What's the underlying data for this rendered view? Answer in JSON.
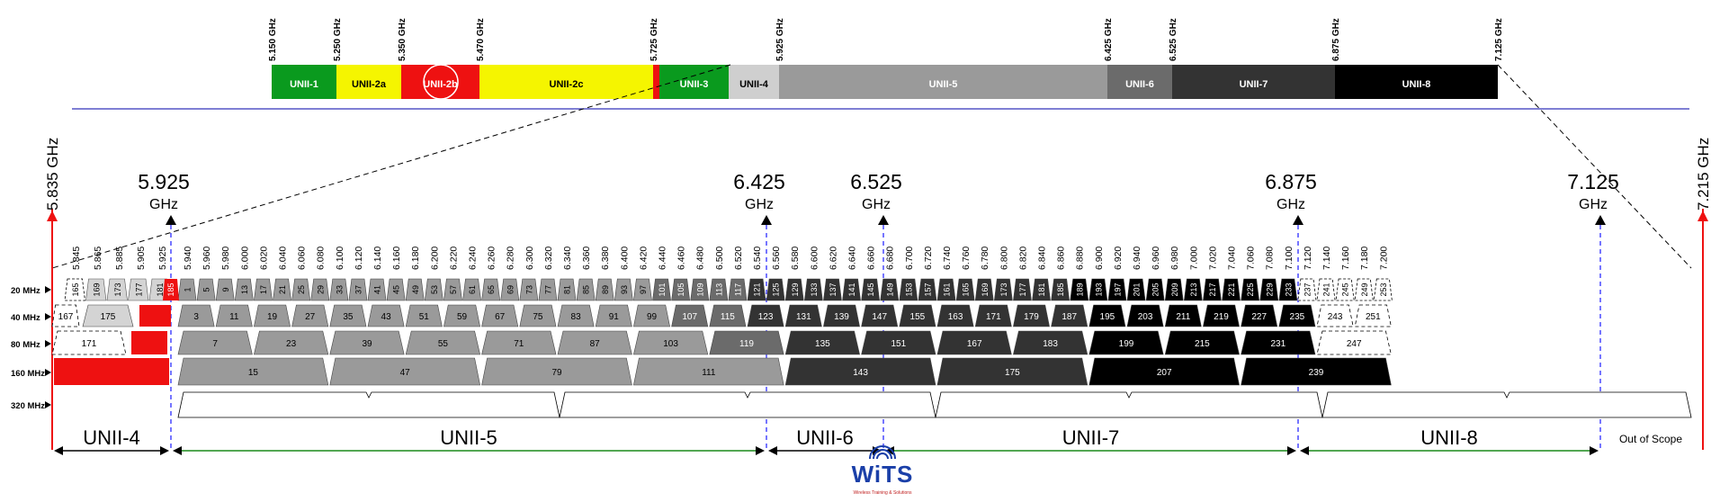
{
  "top_bar": {
    "freq_labels": [
      "5.150 GHz",
      "5.250 GHz",
      "5.350 GHz",
      "5.470 GHz",
      "5.725 GHz",
      "5.925 GHz",
      "6.425 GHz",
      "6.525 GHz",
      "6.875 GHz",
      "7.125 GHz"
    ],
    "bands": [
      {
        "label": "UNII-1",
        "color": "#0a9a1e",
        "text_color": "#ffffff"
      },
      {
        "label": "UNII-2a",
        "color": "#f5f500",
        "text_color": "#000000"
      },
      {
        "label": "UNII-2b",
        "color": "#ee1111",
        "text_color": "#ffffff"
      },
      {
        "label": "UNII-2c",
        "color": "#f5f500",
        "text_color": "#000000"
      },
      {
        "label": "",
        "color": "#ee1111",
        "text_color": "#ffffff"
      },
      {
        "label": "UNII-3",
        "color": "#0a9a1e",
        "text_color": "#ffffff"
      },
      {
        "label": "UNII-4",
        "color": "#cfcfcf",
        "text_color": "#000000"
      },
      {
        "label": "UNII-5",
        "color": "#9a9a9a",
        "text_color": "#ffffff"
      },
      {
        "label": "UNII-6",
        "color": "#6b6b6b",
        "text_color": "#ffffff"
      },
      {
        "label": "UNII-7",
        "color": "#333333",
        "text_color": "#ffffff"
      },
      {
        "label": "UNII-8",
        "color": "#000000",
        "text_color": "#ffffff"
      }
    ]
  },
  "edge_labels": {
    "left": "5.835 GHz",
    "right": "7.215 GHz"
  },
  "big_markers": [
    {
      "value": "5.925",
      "unit": "GHz"
    },
    {
      "value": "6.425",
      "unit": "GHz"
    },
    {
      "value": "6.525",
      "unit": "GHz"
    },
    {
      "value": "6.875",
      "unit": "GHz"
    },
    {
      "value": "7.125",
      "unit": "GHz"
    }
  ],
  "row_labels": [
    "20 MHz",
    "40 MHz",
    "80 MHz",
    "160 MHz",
    "320 MHz"
  ],
  "freq_ticks": [
    "5.845",
    "5.865",
    "5.885",
    "5.905",
    "5.925",
    "5.940",
    "5.960",
    "5.980",
    "6.000",
    "6.020",
    "6.040",
    "6.060",
    "6.080",
    "6.100",
    "6.120",
    "6.140",
    "6.160",
    "6.180",
    "6.200",
    "6.220",
    "6.240",
    "6.260",
    "6.280",
    "6.300",
    "6.320",
    "6.340",
    "6.360",
    "6.380",
    "6.400",
    "6.420",
    "6.440",
    "6.460",
    "6.480",
    "6.500",
    "6.520",
    "6.540",
    "6.560",
    "6.580",
    "6.600",
    "6.620",
    "6.640",
    "6.660",
    "6.680",
    "6.700",
    "6.720",
    "6.740",
    "6.760",
    "6.780",
    "6.800",
    "6.820",
    "6.840",
    "6.860",
    "6.880",
    "6.900",
    "6.920",
    "6.940",
    "6.960",
    "6.980",
    "7.000",
    "7.020",
    "7.040",
    "7.060",
    "7.080",
    "7.100",
    "7.120",
    "7.140",
    "7.160",
    "7.180",
    "7.200"
  ],
  "channels_20": {
    "unii4": [
      "165",
      "169",
      "173",
      "177",
      "181"
    ],
    "red": [
      "185"
    ],
    "main": [
      "1",
      "5",
      "9",
      "13",
      "17",
      "21",
      "25",
      "29",
      "33",
      "37",
      "41",
      "45",
      "49",
      "53",
      "57",
      "61",
      "65",
      "69",
      "73",
      "77",
      "81",
      "85",
      "89",
      "93",
      "97",
      "101",
      "105",
      "109",
      "113",
      "117",
      "121",
      "125",
      "129",
      "133",
      "137",
      "141",
      "145",
      "149",
      "153",
      "157",
      "161",
      "165",
      "169",
      "173",
      "177",
      "181",
      "185",
      "189",
      "193",
      "197",
      "201",
      "205",
      "209",
      "213",
      "217",
      "221",
      "225",
      "229",
      "233",
      "237",
      "241",
      "245",
      "249",
      "253"
    ]
  },
  "channels_40": {
    "unii4": [
      "167",
      "175"
    ],
    "main": [
      "3",
      "11",
      "19",
      "27",
      "35",
      "43",
      "51",
      "59",
      "67",
      "75",
      "83",
      "91",
      "99",
      "107",
      "115",
      "123",
      "131",
      "139",
      "147",
      "155",
      "163",
      "171",
      "179",
      "187",
      "195",
      "203",
      "211",
      "219",
      "227",
      "235",
      "243",
      "251"
    ]
  },
  "channels_80": {
    "unii4": [
      "171"
    ],
    "main": [
      "7",
      "23",
      "39",
      "55",
      "71",
      "87",
      "103",
      "119",
      "135",
      "151",
      "167",
      "183",
      "199",
      "215",
      "231",
      "247"
    ]
  },
  "channels_160": {
    "main": [
      "15",
      "47",
      "79",
      "111",
      "143",
      "175",
      "207",
      "239"
    ]
  },
  "bottom_bands": [
    {
      "label": "UNII-4"
    },
    {
      "label": "UNII-5"
    },
    {
      "label": "UNII-6"
    },
    {
      "label": "UNII-7"
    },
    {
      "label": "UNII-8"
    }
  ],
  "out_of_scope": "Out of Scope",
  "logo": {
    "text": "WiTS",
    "tagline": "Wireless Training & Solutions"
  },
  "colors": {
    "unii5": "#9a9a9a",
    "unii6": "#6b6b6b",
    "unii7": "#333333",
    "unii8": "#000000",
    "red": "#ee1111",
    "green": "#0a9a1e",
    "yellow": "#f5f500",
    "divider": "#3333bb",
    "marker": "#1a1aff"
  }
}
